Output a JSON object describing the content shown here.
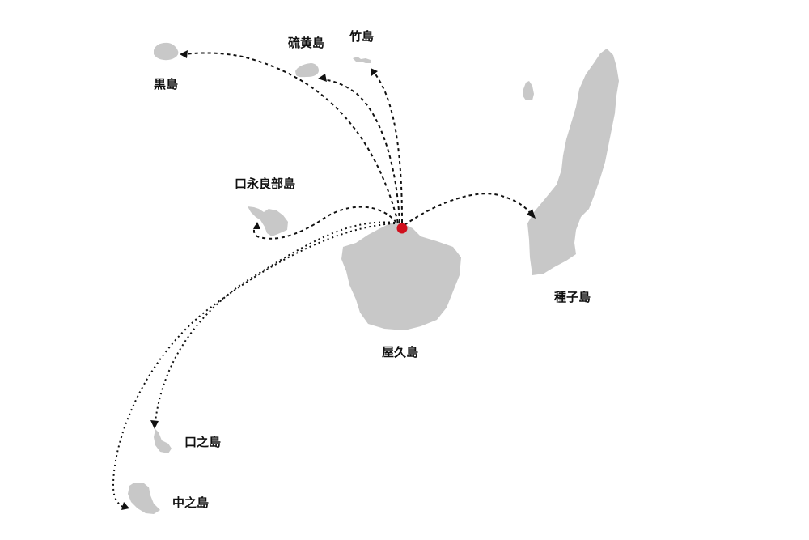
{
  "map": {
    "type": "ferry-route-map",
    "origin": {
      "name": "屋久島",
      "marker_color": "#d0101e"
    },
    "colors": {
      "land": "#c8c8c8",
      "route": "#111111",
      "origin_marker": "#d0101e",
      "background": "#ffffff"
    },
    "islands": [
      {
        "id": "kuroshima",
        "label": "黒島"
      },
      {
        "id": "iojima",
        "label": "硫黄島"
      },
      {
        "id": "takeshima",
        "label": "竹島"
      },
      {
        "id": "kuchinoerabujima",
        "label": "口永良部島"
      },
      {
        "id": "yakushima",
        "label": "屋久島"
      },
      {
        "id": "tanegashima",
        "label": "種子島"
      },
      {
        "id": "kuchinoshima",
        "label": "口之島"
      },
      {
        "id": "nakanoshima",
        "label": "中之島"
      }
    ],
    "routes": [
      {
        "from": "屋久島",
        "to": "黒島",
        "style": "dashed"
      },
      {
        "from": "屋久島",
        "to": "硫黄島",
        "style": "dashed"
      },
      {
        "from": "屋久島",
        "to": "竹島",
        "style": "dashed"
      },
      {
        "from": "屋久島",
        "to": "口永良部島",
        "style": "dashed"
      },
      {
        "from": "屋久島",
        "to": "種子島",
        "style": "dashed"
      },
      {
        "from": "屋久島",
        "to": "口之島",
        "style": "dotted"
      },
      {
        "from": "屋久島",
        "to": "中之島",
        "style": "dotted"
      }
    ]
  }
}
